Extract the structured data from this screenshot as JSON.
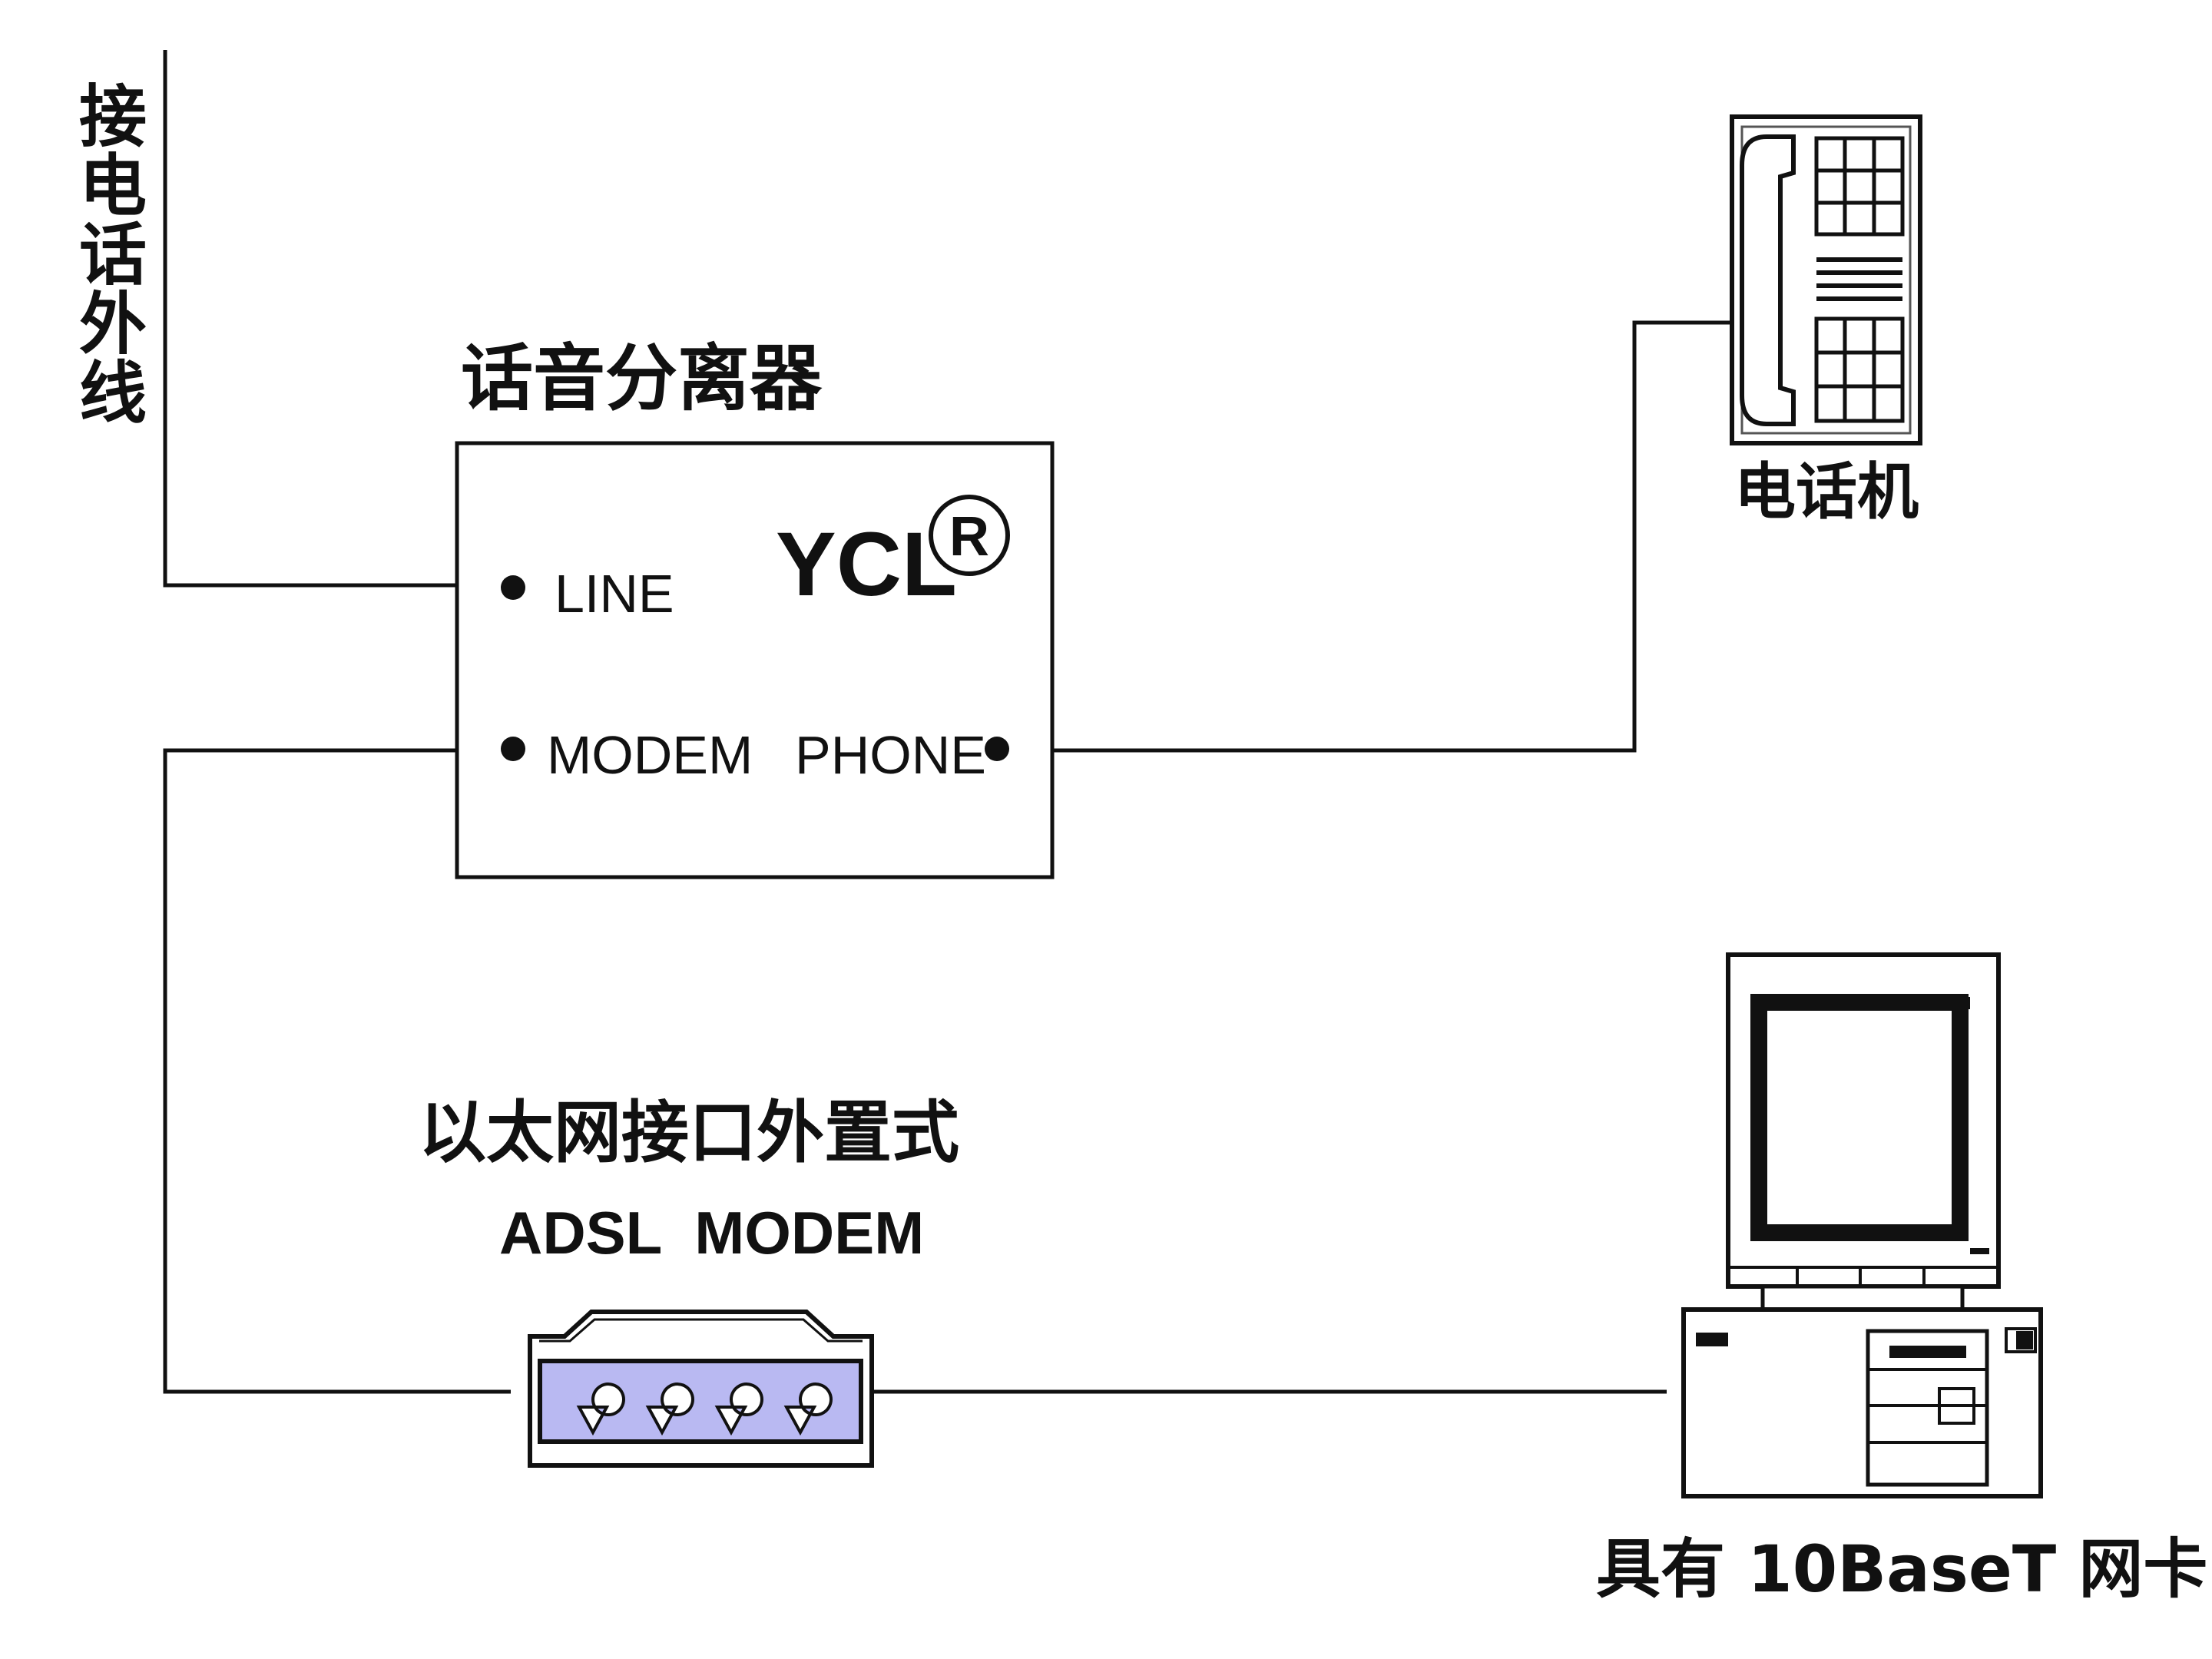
{
  "labels": {
    "phone_line": "接电话外线",
    "splitter": "话音分离器",
    "telephone": "电话机",
    "modem_title": "以太网接口外置式",
    "modem_subtitle": "ADSL  MODEM",
    "computer": "具有 10BaseT 网卡"
  },
  "splitter_ports": {
    "line": "LINE",
    "modem": "MODEM",
    "phone": "PHONE"
  },
  "brand": {
    "name": "YCL",
    "mark": "®"
  },
  "colors": {
    "line": "#111111",
    "modem_panel": "#b9b9f2",
    "port_dot": "#111111"
  }
}
